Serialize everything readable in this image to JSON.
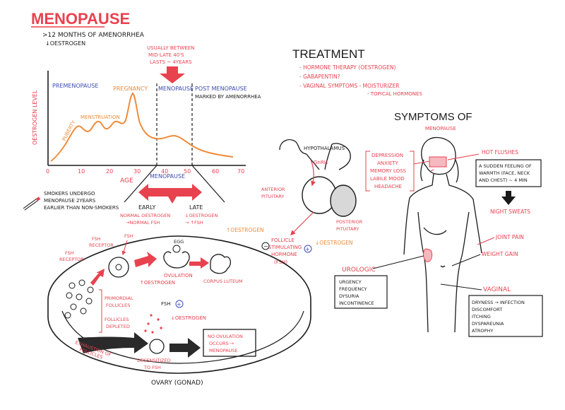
{
  "colors": {
    "ink": "#1a1a1a",
    "red": "#e8424f",
    "orange": "#f08c3c",
    "blue": "#3b4bb0",
    "pink_fill": "#f6b9bf"
  },
  "header": {
    "title": "MENOPAUSE",
    "def_line1": ">12 MONTHS OF AMENORRHEA",
    "def_line2": "↓OESTROGEN"
  },
  "graph": {
    "ylabel": "OESTROGEN LEVEL",
    "xlabel": "AGE",
    "ticks": [
      "0",
      "10",
      "20",
      "30",
      "40",
      "50",
      "60",
      "70"
    ],
    "phase_premenopause": "PREMENOPAUSE",
    "phase_menopause": "MENOPAUSE",
    "phase_post_1": "POST MENOPAUSE",
    "phase_post_2": "MARKED BY AMENORRHEA",
    "label_puberty": "PUBERTY",
    "label_menstruation": "MENSTRUATION",
    "label_pregnancy": "PREGNANCY",
    "note_1": "USUALLY BETWEEN",
    "note_2": "MID-LATE 40'S",
    "note_3": "LASTS ~ 4YEARS"
  },
  "staging": {
    "menopause_label": "MENOPAUSE",
    "early": "EARLY",
    "early_1": "NORMAL OESTROGEN",
    "early_2": "→NORMAL FSH",
    "late": "LATE",
    "late_1": "↓OESTROGEN",
    "late_2": "→ ↑FSH"
  },
  "smoking": {
    "line1": "SMOKERS UNDERGO",
    "line2": "MENOPAUSE 2YEARS",
    "line3": "EARLIER THAN NON-SMOKERS"
  },
  "treatment": {
    "title": "TREATMENT",
    "item1": "- HORMONE THERAPY (OESTROGEN)",
    "item2": "- GABAPENTIN?",
    "item3": "- VAGINAL SYMPTOMS - MOISTURIZER",
    "item3b": "- TOPICAL HORMONES"
  },
  "hormones": {
    "hypothalamus": "HYPOTHALAMUS",
    "gnrh": "GnRH",
    "anterior_1": "ANTERIOR",
    "anterior_2": "PITUITARY",
    "posterior_1": "POSTERIOR",
    "posterior_2": "PITUITARY",
    "fsh_1": "FOLLICLE",
    "fsh_2": "STIMULATING",
    "fsh_3": "HORMONE",
    "fsh_4": "(FSH)",
    "up_oestrogen": "↑OESTROGEN",
    "down_oestrogen": "↓OESTROGEN",
    "minus": "−",
    "plus": "+"
  },
  "ovary": {
    "caption": "OVARY (GONAD)",
    "fsh_receptor_1": "FSH",
    "fsh_receptor_2": "RECEPTOR",
    "fsh_receptor_b1": "FSH",
    "fsh_receptor_b2": "RECEPTOR",
    "fsh_top": "FSH",
    "egg": "EGG",
    "ovulation": "OVULATION",
    "corpus_luteum": "CORPUS LUTEUM",
    "up_oestrogen": "↑OESTROGEN",
    "primordial_1": "PRIMORDIAL",
    "primordial_2": "FOLLICLES",
    "depleted_1": "FOLLICLES",
    "depleted_2": "DEPLETED",
    "exhaustion_1": "EXHAUSTION OF",
    "exhaustion_2": "FOLLICLES",
    "fsh_mid": "FSH",
    "plus": "+",
    "down_oestrogen": "↓OESTROGEN",
    "desens_1": "DESENSITIZED",
    "desens_2": "TO FSH",
    "no_ov_1": "NO OVULATION",
    "no_ov_2": "OCCURS →",
    "no_ov_3": "MENOPAUSE"
  },
  "symptoms": {
    "title": "SYMPTOMS OF",
    "subtitle": "MENOPAUSE",
    "psych_1": "DEPRESSION",
    "psych_2": "ANXIETY",
    "psych_3": "MEMORY LOSS",
    "psych_4": "LABILE MOOD",
    "psych_5": "HEADACHE",
    "hot_flushes": "HOT FLUSHES",
    "hot_1": "A SUDDEN FEELING OF",
    "hot_2": "WARMTH (FACE, NECK",
    "hot_3": "AND CHEST) ~ 4 MIN",
    "night_sweats": "NIGHT SWEATS",
    "joint_pain": "JOINT PAIN",
    "weight_gain": "WEIGHT GAIN",
    "urologic": "UROLOGIC",
    "uro_1": "URGENCY",
    "uro_2": "FREQUENCY",
    "uro_3": "DYSURIA",
    "uro_4": "INCONTINENCE",
    "vaginal": "VAGINAL",
    "vag_1": "DRYNESS → INFECTION",
    "vag_2": "DISCOMFORT",
    "vag_3": "ITCHING",
    "vag_4": "DYSPAREUNIA",
    "vag_5": "ATROPHY"
  }
}
